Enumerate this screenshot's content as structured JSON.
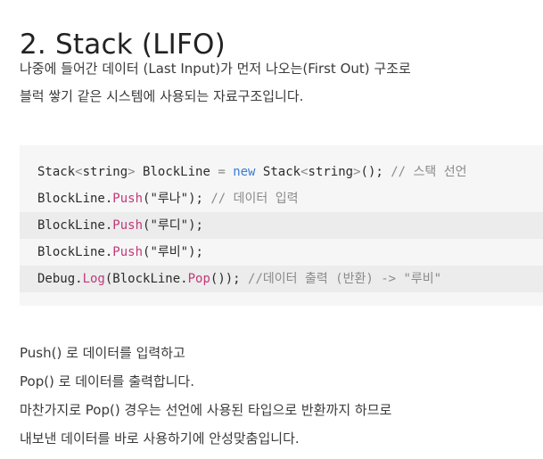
{
  "title": "2. Stack (LIFO)",
  "intro": [
    "나중에 들어간 데이터 (Last Input)가 먼저 나오는(First Out) 구조로",
    "블럭 쌓기 같은 시스템에 사용되는 자료구조입니다."
  ],
  "code": {
    "line1": {
      "t1": "Stack",
      "p1": "<",
      "t2": "string",
      "p2": ">",
      "t3": " BlockLine ",
      "p3": "=",
      "sp": " ",
      "kw": "new",
      "t4": " Stack",
      "p4": "<",
      "t5": "string",
      "p5": ">",
      "t6": "(); ",
      "cmt": "// 스택 선언"
    },
    "line2": {
      "obj": "BlockLine.",
      "method": "Push",
      "open": "(",
      "str": "\"루나\"",
      "close": "); ",
      "cmt": "// 데이터 입력"
    },
    "line3": {
      "obj": "BlockLine.",
      "method": "Push",
      "open": "(",
      "str": "\"루디\"",
      "close": ");"
    },
    "line4": {
      "obj": "BlockLine.",
      "method": "Push",
      "open": "(",
      "str": "\"루비\"",
      "close": ");"
    },
    "line5": {
      "obj": "Debug.",
      "method": "Log",
      "open": "(BlockLine.",
      "method2": "Pop",
      "close": "()); ",
      "cmt": "//데이터 출력 (반환) -> \"루비\""
    }
  },
  "outro": [
    "Push() 로 데이터를 입력하고",
    "Pop() 로 데이터를 출력합니다.",
    "마찬가지로 Pop() 경우는  선언에 사용된 타입으로 반환까지 하므로",
    "내보낸 데이터를 바로 사용하기에 안성맞춤입니다."
  ]
}
